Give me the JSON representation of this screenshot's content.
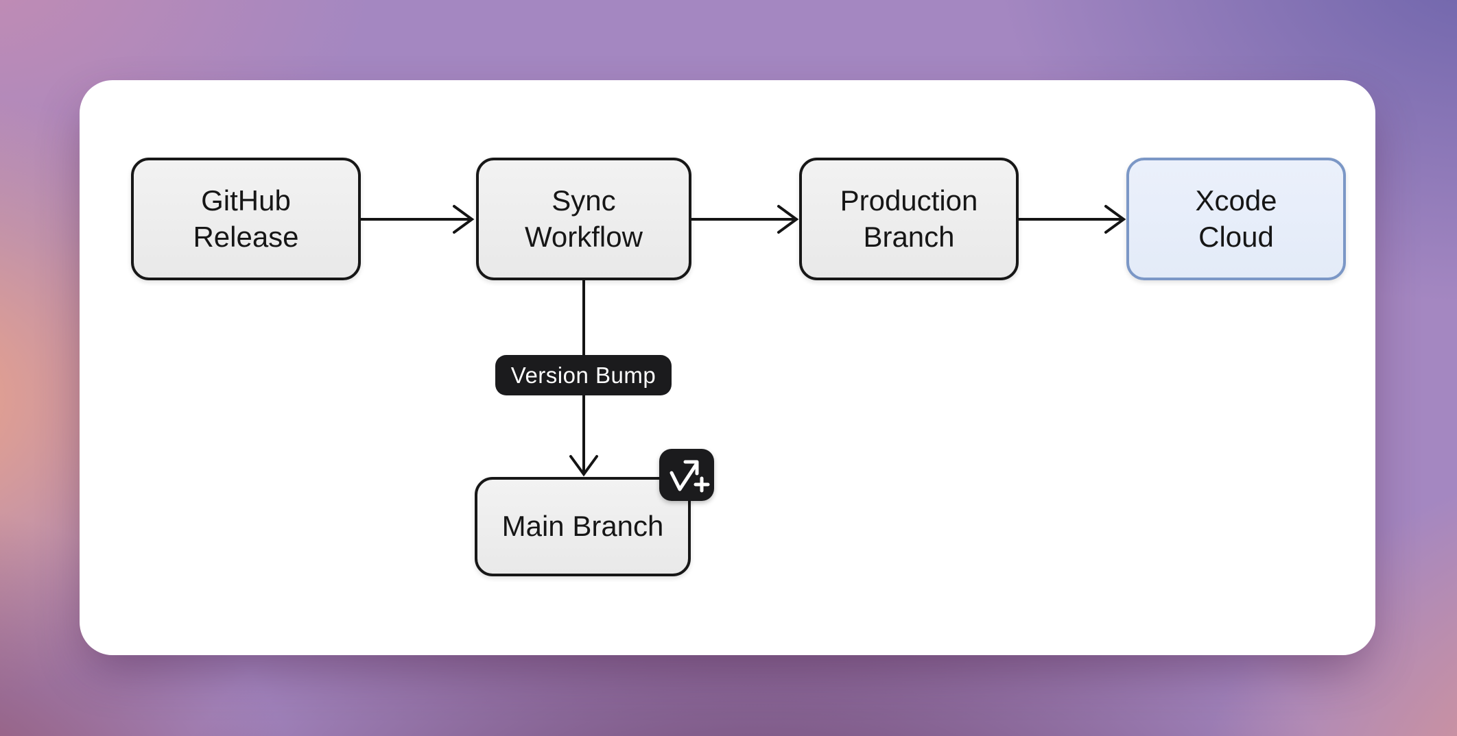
{
  "background": {
    "description": "blurred-gradient wallpaper",
    "colors": {
      "top_left": "#c28cb3",
      "top_center": "#a487c1",
      "top_right": "#6d64ab",
      "mid_left": "#f0a585",
      "bottom_left": "#8d4a5c",
      "bottom_center": "#63395c",
      "bottom_right": "#ef9c82"
    }
  },
  "card": {
    "background": "#ffffff"
  },
  "diagram": {
    "nodes": {
      "github_release": {
        "label": "GitHub\nRelease",
        "fill": "#eeeeee",
        "border": "#171717"
      },
      "sync_workflow": {
        "label": "Sync\nWorkflow",
        "fill": "#eeeeee",
        "border": "#171717"
      },
      "production_branch": {
        "label": "Production\nBranch",
        "fill": "#eeeeee",
        "border": "#171717"
      },
      "xcode_cloud": {
        "label": "Xcode\nCloud",
        "fill": "#e8eefb",
        "border": "#7b97c6"
      },
      "main_branch": {
        "label": "Main Branch",
        "fill": "#eeeeee",
        "border": "#171717"
      }
    },
    "edges": [
      {
        "from": "github_release",
        "to": "sync_workflow",
        "label": ""
      },
      {
        "from": "sync_workflow",
        "to": "production_branch",
        "label": ""
      },
      {
        "from": "production_branch",
        "to": "xcode_cloud",
        "label": ""
      },
      {
        "from": "sync_workflow",
        "to": "main_branch",
        "label": "Version Bump"
      }
    ],
    "edge_label": {
      "text": "Version Bump",
      "background": "#1b1b1d",
      "text_color": "#ffffff"
    },
    "badge": {
      "icon": "commit-arrow-plus-icon",
      "background": "#1b1b1d",
      "glyph_color": "#ffffff"
    },
    "edge_color": "#141414"
  }
}
